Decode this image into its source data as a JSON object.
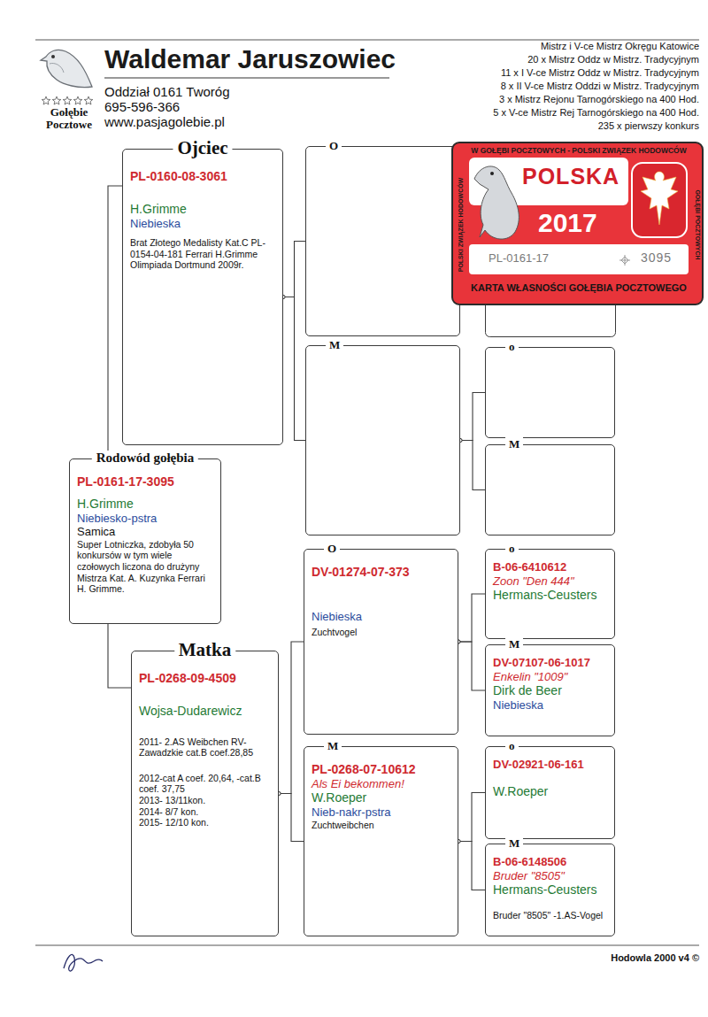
{
  "diagram": {
    "title": "Waldemar Jaruszowiec",
    "nodes": [
      {
        "text": [
          "Ojciec",
          "PL-0160-08-3061",
          "H.Grimme",
          "Niebieska",
          "Brat Złotego Medalisty Kat.C PL-0154-04-181 Ferrari H.Grimme Olimpiada Dortmund 2009r."
        ]
      },
      {
        "text": [
          "O"
        ]
      },
      {
        "text": [
          "W GOŁĘBI POCZTOWYCH - POLSKI ZWIĄZEK HODOWCÓW",
          "GOŁĘBI POCZTOWYCH",
          "POLSKI ZWIĄZEK HODOWCÓW",
          "POLSKA",
          "2017",
          "PL-0161-17",
          "3095",
          "KARTA WŁASNOŚCI GOŁĘBIA POCZTOWEGO"
        ]
      },
      {
        "text": [
          "M"
        ]
      },
      {
        "text": [
          "o"
        ]
      },
      {
        "text": [
          "M"
        ]
      },
      {
        "text": [
          "Rodowód gołębia",
          "PL-0161-17-3095",
          "H.Grimme",
          "Niebiesko-pstra",
          "Samica",
          "Super Lotniczka, zdobyła 50 konkursów w tym wiele czołowych liczona do drużyny Mistrza Kat. A. Kuzynka Ferrari H. Grimme."
        ]
      },
      {
        "text": [
          "Matka",
          "PL-0268-09-4509",
          "Wojsa-Dudarewicz",
          "2011- 2.AS Weibchen RV-Zawadzkie cat.B coef.28,85",
          "2012-cat A coef. 20,64, -cat.B coef. 37,75",
          "2013- 13/11kon.",
          "2014- 8/7 kon.",
          "2015- 12/10 kon."
        ]
      },
      {
        "text": [
          "O",
          "DV-01274-07-373",
          "Niebieska",
          "Zuchtvogel"
        ]
      },
      {
        "text": [
          "o",
          "B-06-6410612",
          "Zoon \"Den 444\"",
          "Hermans-Ceusters"
        ]
      },
      {
        "text": [
          "M",
          "DV-07107-06-1017",
          "Enkelin \"1009\"",
          "Dirk de Beer",
          "Niebieska"
        ]
      },
      {
        "text": [
          "M",
          "PL-0268-07-10612",
          "Als Ei bekommen!",
          "W.Roeper",
          "Nieb-nakr-pstra",
          "Zuchtweibchen"
        ]
      },
      {
        "text": [
          "o",
          "DV-02921-06-161",
          "W.Roeper"
        ]
      },
      {
        "text": [
          "M",
          "B-06-6148506",
          "Bruder \"8505\"",
          "Hermans-Ceusters",
          "Bruder \"8505\" -1.AS-Vogel"
        ]
      }
    ],
    "edges": [
      {
        "from": 6,
        "to": 0,
        "arrow": "none"
      },
      {
        "from": 6,
        "to": 7,
        "arrow": "none"
      },
      {
        "from": 0,
        "to": 1,
        "arrow": "none"
      },
      {
        "from": 0,
        "to": 3,
        "arrow": "none"
      },
      {
        "from": 3,
        "to": 4,
        "arrow": "none"
      },
      {
        "from": 3,
        "to": 5,
        "arrow": "none"
      },
      {
        "from": 7,
        "to": 8,
        "arrow": "none"
      },
      {
        "from": 7,
        "to": 11,
        "arrow": "none"
      },
      {
        "from": 8,
        "to": 9,
        "arrow": "none"
      },
      {
        "from": 8,
        "to": 10,
        "arrow": "none"
      },
      {
        "from": 11,
        "to": 12,
        "arrow": "none"
      },
      {
        "from": 11,
        "to": 13,
        "arrow": "none"
      }
    ],
    "labels": [
      "Gołębie Pocztowe",
      "Oddział 0161 Tworóg",
      "695-596-366",
      "www.pasjagolebie.pl",
      "Mistrz i V-ce Mistrz Okręgu Katowice",
      "20 x Mistrz Oddz w Mistrz. Tradycyjnym",
      "11 x I V-ce Mistrz Oddz w Mistrz. Tradycyjnym",
      "8 x II V-ce Mistrz Oddzi w Mistrz. Tradycyjnym",
      "3 x Mistrz Rejonu Tarnogórskiego na 400 Hod.",
      "5 x V-ce Mistrz Rej Tarnogórskiego na 400 Hod.",
      "235 x pierwszy konkurs",
      "Hodowla 2000 v4 ©"
    ]
  }
}
